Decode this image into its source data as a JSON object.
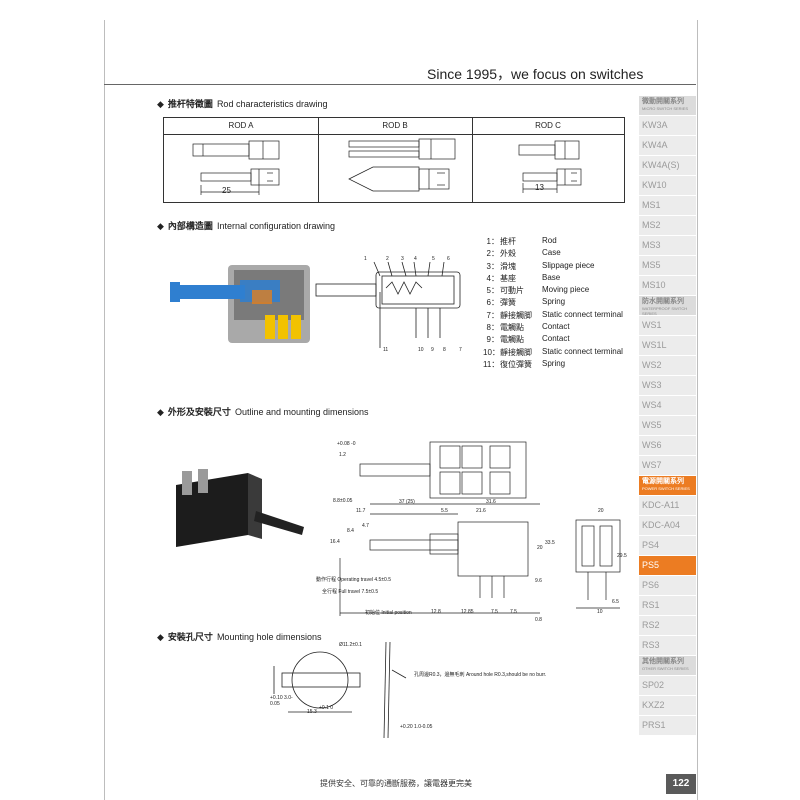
{
  "slogan": "Since 1995，we focus on switches",
  "sections": {
    "rod": {
      "zh": "推杆特徵圖",
      "en": "Rod characteristics drawing"
    },
    "internal": {
      "zh": "內部構造圖",
      "en": "Internal configuration drawing"
    },
    "outline": {
      "zh": "外形及安裝尺寸",
      "en": "Outline and mounting dimensions"
    },
    "mounting": {
      "zh": "安裝孔尺寸",
      "en": "Mounting hole dimensions"
    }
  },
  "rod_table": {
    "headers": [
      "ROD A",
      "ROD B",
      "ROD C"
    ],
    "rod_a_dim": "25",
    "rod_c_dim": "13"
  },
  "parts": [
    {
      "num": "1：",
      "zh": "推杆",
      "en": "Rod"
    },
    {
      "num": "2：",
      "zh": "外殼",
      "en": "Case"
    },
    {
      "num": "3：",
      "zh": "滑塊",
      "en": "Slippage piece"
    },
    {
      "num": "4：",
      "zh": "基座",
      "en": "Base"
    },
    {
      "num": "5：",
      "zh": "可動片",
      "en": "Moving piece"
    },
    {
      "num": "6：",
      "zh": "彈簧",
      "en": "Spring"
    },
    {
      "num": "7：",
      "zh": "靜接觸脚",
      "en": "Static connect terminal"
    },
    {
      "num": "8：",
      "zh": "電觸點",
      "en": "Contact"
    },
    {
      "num": "9：",
      "zh": "電觸點",
      "en": "Contact"
    },
    {
      "num": "10：",
      "zh": "靜接觸脚",
      "en": "Static connect terminal"
    },
    {
      "num": "11：",
      "zh": "復位彈簧",
      "en": "Spring"
    }
  ],
  "internal_callouts": {
    "top": [
      "1",
      "2",
      "3",
      "4",
      "5",
      "6"
    ],
    "bottom_left": "11",
    "bottom": [
      "10",
      "9",
      "8",
      "7"
    ]
  },
  "outline_dims": {
    "top_tol": "+0.08\n-0",
    "top_height": "1.2",
    "d37": "37 (25)",
    "d31_6": "31.6",
    "d11_7": "11.7",
    "d5_5": "5.5",
    "d21_6": "21.6",
    "d8_8": "8.8±0.05",
    "d8_4": "8.4",
    "d4_7": "4.7",
    "d16_4": "16.4",
    "d20": "20",
    "d33_5": "33.5",
    "d9_6": "9.6",
    "op_travel": "動作行程 Operating travel 4.5±0.5",
    "full_travel": "全行程 Full travel 7.5±0.5",
    "initial": "初始位 Initial position",
    "d12_8": "12.8",
    "d12_85": "12.85",
    "d7_5a": "7.5",
    "d7_5b": "7.5",
    "d0_8": "0.8",
    "side_20": "20",
    "side_29_5": "29.5",
    "side_6_5": "6.5",
    "side_10": "10"
  },
  "mounting_dims": {
    "dia": "Ø11.2±0.1",
    "width": "15.3",
    "width_tol": "+0.1\n0",
    "height_tol": "+0.10\n3.0-0.05",
    "note": "孔周邊R0.3，邊無毛刺 Around hole R0.3,should be no burr.",
    "thickness": "+0.20\n1.0-0.05"
  },
  "sidebar": [
    {
      "kind": "group",
      "zh": "微動開關系列",
      "en": "MICRO SWITCH SERIES"
    },
    {
      "kind": "item",
      "label": "KW3A"
    },
    {
      "kind": "item",
      "label": "KW4A"
    },
    {
      "kind": "item",
      "label": "KW4A(S)"
    },
    {
      "kind": "item",
      "label": "KW10"
    },
    {
      "kind": "item",
      "label": "MS1"
    },
    {
      "kind": "item",
      "label": "MS2"
    },
    {
      "kind": "item",
      "label": "MS3"
    },
    {
      "kind": "item",
      "label": "MS5"
    },
    {
      "kind": "item",
      "label": "MS10"
    },
    {
      "kind": "group",
      "zh": "防水開關系列",
      "en": "WATERPROOF SWITCH SERIES"
    },
    {
      "kind": "item",
      "label": "WS1"
    },
    {
      "kind": "item",
      "label": "WS1L"
    },
    {
      "kind": "item",
      "label": "WS2"
    },
    {
      "kind": "item",
      "label": "WS3"
    },
    {
      "kind": "item",
      "label": "WS4"
    },
    {
      "kind": "item",
      "label": "WS5"
    },
    {
      "kind": "item",
      "label": "WS6"
    },
    {
      "kind": "item",
      "label": "WS7"
    },
    {
      "kind": "group",
      "zh": "電源開關系列",
      "en": "POWER SWITCH SERIES",
      "active": true
    },
    {
      "kind": "item",
      "label": "KDC-A11"
    },
    {
      "kind": "item",
      "label": "KDC-A04"
    },
    {
      "kind": "item",
      "label": "PS4"
    },
    {
      "kind": "item",
      "label": "PS5",
      "active": true
    },
    {
      "kind": "item",
      "label": "PS6"
    },
    {
      "kind": "item",
      "label": "RS1"
    },
    {
      "kind": "item",
      "label": "RS2"
    },
    {
      "kind": "item",
      "label": "RS3"
    },
    {
      "kind": "group",
      "zh": "其他開關系列",
      "en": "OTHER SWITCH SERIES"
    },
    {
      "kind": "item",
      "label": "SP02"
    },
    {
      "kind": "item",
      "label": "KXZ2"
    },
    {
      "kind": "item",
      "label": "PRS1"
    }
  ],
  "footer": "提供安全、可靠的通斷服務，讓電器更完美",
  "page_number": "122",
  "colors": {
    "accent": "#ec7c22",
    "rod_blue": "#2f7fd0",
    "terminal_yellow": "#f2c200"
  }
}
